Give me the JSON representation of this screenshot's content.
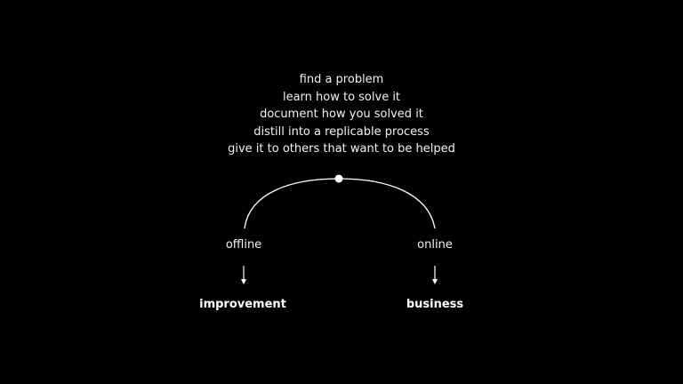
{
  "steps": [
    "find a problem",
    "learn how to solve it",
    "document how you solved it",
    "distill into a replicable process",
    "give it to others that want to be helped"
  ],
  "branches": {
    "left": {
      "label": "offline",
      "result": "improvement"
    },
    "right": {
      "label": "online",
      "result": "business"
    }
  },
  "colors": {
    "background": "#000000",
    "foreground": "#ffffff"
  }
}
